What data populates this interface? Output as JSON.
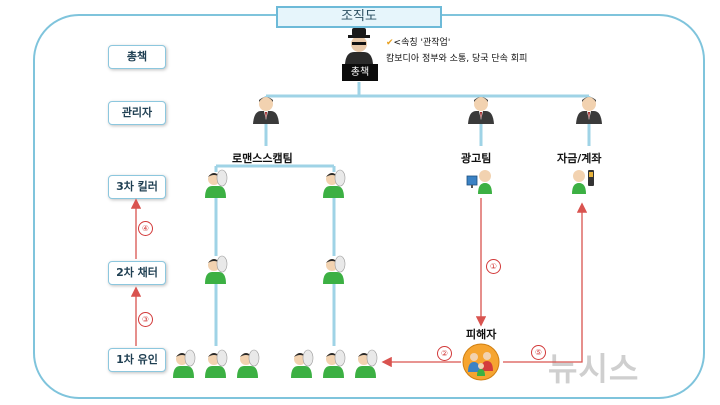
{
  "title": "조직도",
  "levels": [
    "총책",
    "관리자",
    "3차 킬러",
    "2차 채터",
    "1차 유인"
  ],
  "boss": {
    "label": "총책",
    "note_prefix": "<속칭 '관작업'",
    "note_line2": "캄보디아 정부와 소통, 당국 단속 회피"
  },
  "teams": {
    "romance": "로맨스스캠팀",
    "ads": "광고팀",
    "funds": "자금/계좌"
  },
  "victim_label": "피해자",
  "step_numbers": [
    "①",
    "②",
    "③",
    "④",
    "⑤"
  ],
  "watermark": "뉴시스",
  "colors": {
    "frame": "#7fc4dc",
    "arrow": "#d9534f",
    "connector": "#9fd3e6",
    "shirt_green": "#3cb043",
    "suit": "#3a3a3a"
  }
}
